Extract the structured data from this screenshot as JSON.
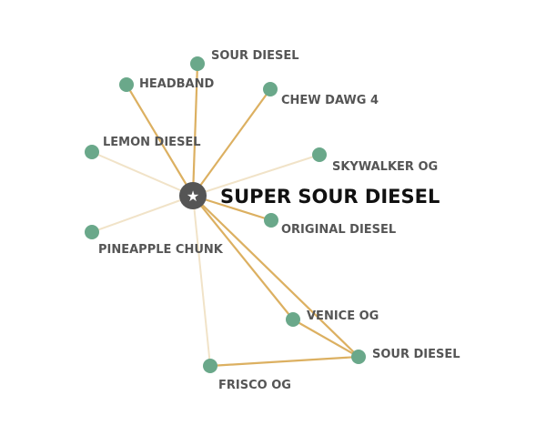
{
  "center": {
    "label": "SUPER SOUR DIESEL",
    "icon": "star-icon"
  },
  "nodes": [
    {
      "id": "sour-diesel-top",
      "label": "SOUR DIESEL"
    },
    {
      "id": "headband",
      "label": "HEADBAND"
    },
    {
      "id": "chew-dawg-4",
      "label": "CHEW DAWG 4"
    },
    {
      "id": "lemon-diesel",
      "label": "LEMON DIESEL"
    },
    {
      "id": "skywalker-og",
      "label": "SKYWALKER OG"
    },
    {
      "id": "original-diesel",
      "label": "ORIGINAL DIESEL"
    },
    {
      "id": "pineapple-chunk",
      "label": "PINEAPPLE CHUNK"
    },
    {
      "id": "venice-og",
      "label": "VENICE OG"
    },
    {
      "id": "sour-diesel-bottom",
      "label": "SOUR DIESEL"
    },
    {
      "id": "frisco-og",
      "label": "FRISCO OG"
    }
  ],
  "edges": [
    {
      "from": "center",
      "to": "sour-diesel-top",
      "strength": "strong"
    },
    {
      "from": "center",
      "to": "headband",
      "strength": "strong"
    },
    {
      "from": "center",
      "to": "chew-dawg-4",
      "strength": "strong"
    },
    {
      "from": "center",
      "to": "lemon-diesel",
      "strength": "weak"
    },
    {
      "from": "center",
      "to": "skywalker-og",
      "strength": "weak"
    },
    {
      "from": "center",
      "to": "original-diesel",
      "strength": "strong"
    },
    {
      "from": "center",
      "to": "pineapple-chunk",
      "strength": "weak"
    },
    {
      "from": "center",
      "to": "venice-og",
      "strength": "strong"
    },
    {
      "from": "center",
      "to": "sour-diesel-bottom",
      "strength": "strong"
    },
    {
      "from": "center",
      "to": "frisco-og",
      "strength": "weak"
    },
    {
      "from": "venice-og",
      "to": "sour-diesel-bottom",
      "strength": "strong"
    },
    {
      "from": "frisco-og",
      "to": "sour-diesel-bottom",
      "strength": "strong"
    }
  ],
  "colors": {
    "node": "#6aa88a",
    "center": "#555555",
    "strong_edge": "#dcb061",
    "weak_edge": "#f1e3c8"
  }
}
